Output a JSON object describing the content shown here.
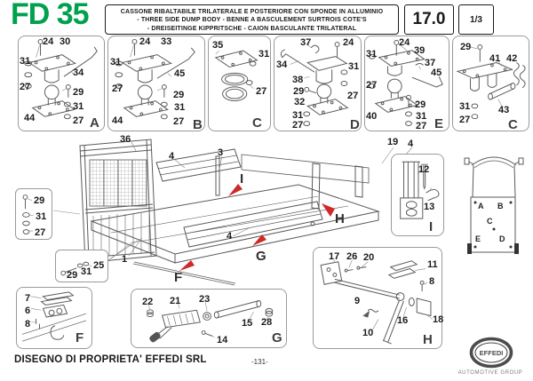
{
  "colors": {
    "brand_green": "#00A14E",
    "arrow_red": "#CE2A2A",
    "line_gray": "#5a5a5a"
  },
  "header": {
    "model": "FD 35",
    "title_line1": "CASSONE RIBALTABILE TRILATERALE E POSTERIORE CON SPONDE IN ALLUMINIO",
    "title_line2": "- THREE  SIDE DUMP BODY -  BENNE A BASCULEMENT  SURTROIS COTE'S",
    "title_line3": "- DREISEITINGE KIPPRITSCHE - CAION BASCULANTE TRILATERAL",
    "section_number": "17.0",
    "sheet_number": "1/3"
  },
  "detail_boxes": {
    "a": {
      "letter": "A",
      "parts": [
        "24",
        "30",
        "31",
        "27",
        "34",
        "29",
        "31",
        "27",
        "44"
      ]
    },
    "b": {
      "letter": "B",
      "parts": [
        "24",
        "33",
        "31",
        "27",
        "45",
        "29",
        "31",
        "27",
        "44"
      ]
    },
    "c": {
      "letter": "C",
      "parts": [
        "35",
        "31",
        "27"
      ]
    },
    "d": {
      "letter": "D",
      "parts": [
        "37",
        "24",
        "34",
        "38",
        "31",
        "29",
        "27",
        "32",
        "31",
        "27"
      ]
    },
    "e": {
      "letter": "E",
      "parts": [
        "24",
        "39",
        "37",
        "45",
        "31",
        "27",
        "29",
        "31",
        "27",
        "40"
      ]
    },
    "c2": {
      "letter": "C",
      "parts": [
        "29",
        "41",
        "42",
        "31",
        "43",
        "27"
      ]
    },
    "f": {
      "letter": "F",
      "parts": [
        "7",
        "6",
        "8"
      ]
    },
    "g": {
      "letter": "G",
      "parts": [
        "22",
        "21",
        "23",
        "15",
        "28",
        "14"
      ]
    },
    "h": {
      "letter": "H",
      "parts": [
        "17",
        "26",
        "20",
        "11",
        "8",
        "9",
        "16",
        "18",
        "10"
      ]
    },
    "i": {
      "letter": "I",
      "parts": [
        "12",
        "13"
      ]
    }
  },
  "mini_boxes": {
    "kit1": {
      "parts": [
        "29",
        "31",
        "27"
      ]
    },
    "kit2": {
      "parts": [
        "29",
        "31",
        "25"
      ]
    }
  },
  "main_drawing": {
    "labels": [
      "36",
      "4",
      "3",
      "1",
      "4",
      "19",
      "4"
    ],
    "arrow_letters": [
      "I",
      "F",
      "G",
      "H"
    ]
  },
  "truck_positions": [
    "A",
    "B",
    "C",
    "E",
    "D"
  ],
  "footer": {
    "property_text": "DISEGNO DI PROPRIETA' EFFEDI SRL",
    "page_number": "-131-",
    "logo_text": "EFFEDI",
    "logo_subtext": "AUTOMOTIVE GROUP"
  }
}
